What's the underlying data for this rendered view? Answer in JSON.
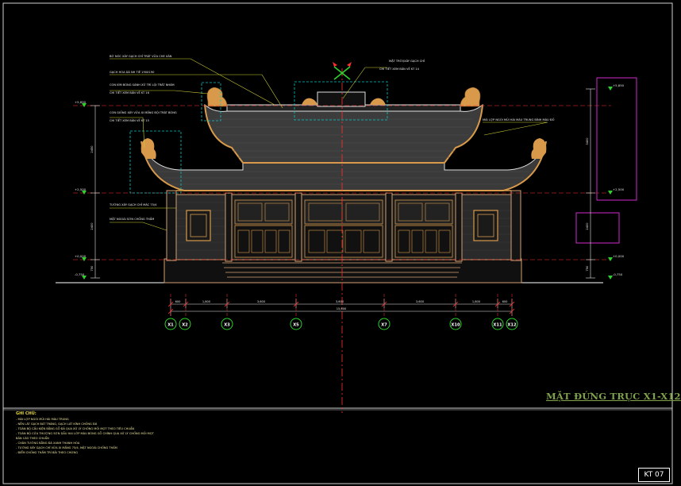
{
  "drawing": {
    "title": "MẶT ĐỨNG TRỤC X1-X12",
    "sheet_code": "KT 07",
    "colors": {
      "background": "#000000",
      "outline": "#ffffff",
      "roof_fill": "#3a3a3a",
      "ornament": "#d89a4a",
      "wall": "#d3a071",
      "grid_axis": "#ff3030",
      "leader": "#cccc33",
      "callout_box": "#00c8c8",
      "magenta_box": "#d02ad0",
      "grid_circle": "#2ed12e",
      "title_green": "#7fa24a"
    },
    "annotations": [
      "BỜ NÓC XÂY GẠCH CHỈ TRÁT VỮA CHE XÂN",
      "GẠCH HOA DÁ NH TIÊ 190X190",
      "CON KÌM BÓNG SÀNH XỬ TRÍ LỘI TRÁT NHÁM",
      "CHI TIẾT XEM BẢN VẼ KT 16",
      "CON GIỐNG XÂY VỮA XI MĂNG BỘI TRÁT BÓNG",
      "CHI TIẾT XEM BẢN VẼ KT 15",
      "TƯỜNG XÂY GẠCH CHỈ MÁC 75/4",
      "MẶT NGOÀI SƠN CHỐNG THẤM",
      "MẶT TRỜI/XÂY GẠCH CHỈ",
      "CHI TIẾT XEM BẢN VẼ KT 14",
      "MÁI LỢP NGÓI MŨI HÀI MÀU TRUNG BÌNH MÀU ĐỎ"
    ],
    "elevations": [
      "+5,850",
      "+2,500",
      "+0,000",
      "-0,750"
    ],
    "right_elevations": [
      "+5,850",
      "+2,500",
      "+0,000",
      "-0,750"
    ],
    "vertical_dims": [
      "2450",
      "2400",
      "750"
    ],
    "right_vertical_dims": [
      "3400",
      "2400",
      "750"
    ],
    "horizontal_dims": [
      "600",
      "1,800",
      "3,600",
      "3,600",
      "3,600",
      "1,800",
      "600"
    ],
    "overall_dim": "15,600",
    "axes": [
      "X1",
      "X2",
      "X3",
      "X5",
      "X7",
      "X10",
      "X11",
      "X12"
    ],
    "notes": {
      "heading": "GHI CHÚ:",
      "lines": [
        "- MÁI LỢP NGÓI MŨI HÀI MÀU TRUNG",
        "- NỀN LÁT GẠCH BÁT TRÀNG, GẠCH LÁT KÍNH CHỐNG ĐÁ",
        "- TOÀN BỘ CẤU KIỆN BẰNG GỖ ĐÃ QUA XỬ LÝ CHỐNG MỐI MỌT THEO TIÊU CHUẨN",
        "- TOÀN BỘ CỬA THƯỢNG SƠN DẦU HAI LỚP MÀU BÓNG GỖ CHÍNH QUA XỬ LÝ CHỐNG MỐI MỌT",
        "BẢN CÁO THEO CHUẨN",
        "- CHÂN TƯỜNG BẰNG ĐÁ XANH THANH HÓA",
        "- TƯỜNG XÂY GẠCH CHỈ VỮA XI MĂNG 75/4, MẶT NGOÀI CHỐNG THẤM",
        "- ĐIỂM CHỐNG THẤM TRÍ BẢI THEO CHỨNG"
      ]
    }
  }
}
